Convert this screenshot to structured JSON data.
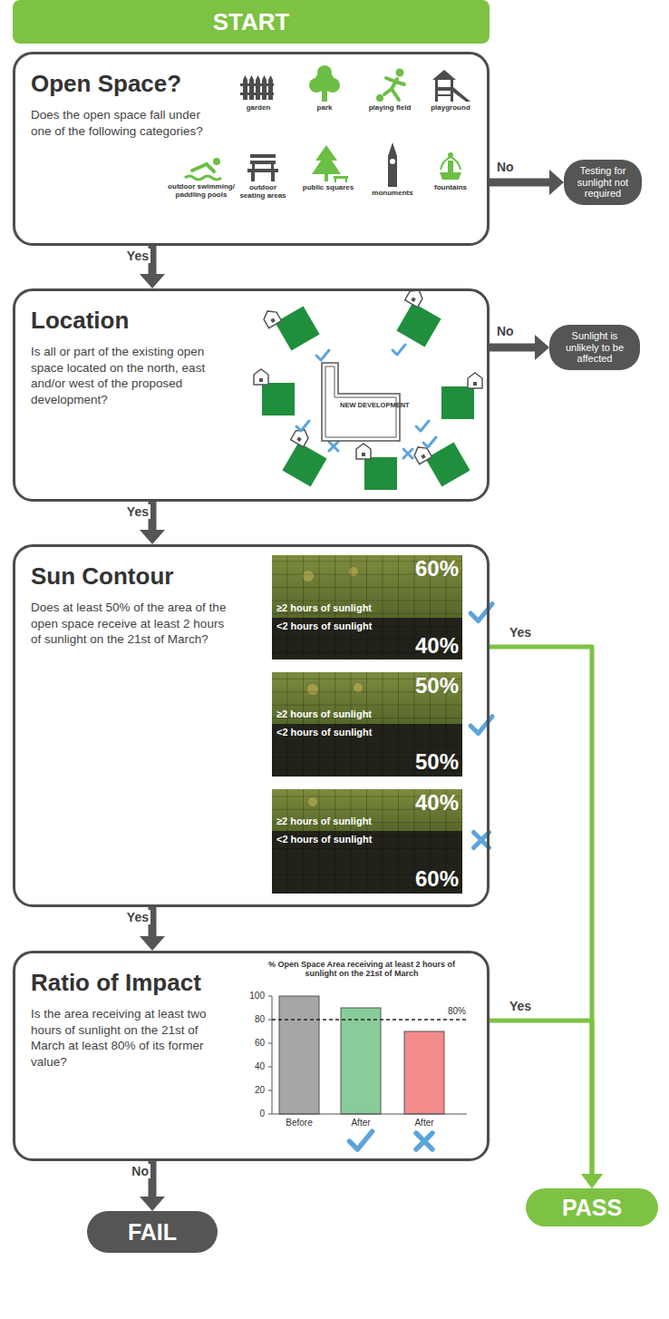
{
  "diagram": {
    "nodes": [
      {
        "text": [
          "START"
        ]
      },
      {
        "text": [
          "Open Space?",
          "Does the open space fall under one of the following categories?"
        ]
      },
      {
        "text": [
          "Testing for sunlight not required"
        ]
      },
      {
        "text": [
          "Location",
          "Is all or part of the existing open space located on the north, east and/or west of the proposed development?"
        ]
      },
      {
        "text": [
          "NEW DEVELOPMENT"
        ],
        "in": 3
      },
      {
        "text": [
          "Sunlight is unlikely to be affected"
        ]
      },
      {
        "text": [
          "Sun Contour",
          "Does at least 50% of the area of the open space receive at least 2 hours of sunlight on the 21st of March?"
        ]
      },
      {
        "text": [
          "Ratio of Impact",
          "Is the area receiving at least two hours of sunlight on the 21st of March at least 80% of its former value?"
        ]
      },
      {
        "text": [
          "PASS"
        ]
      },
      {
        "text": [
          "FAIL"
        ]
      }
    ],
    "edges": [
      {
        "from": 1,
        "to": 2,
        "arrow": "to",
        "label": "No"
      },
      {
        "from": 1,
        "to": 3,
        "arrow": "to",
        "label": "Yes"
      },
      {
        "from": 3,
        "to": 5,
        "arrow": "to",
        "label": "No"
      },
      {
        "from": 3,
        "to": 6,
        "arrow": "to",
        "label": "Yes"
      },
      {
        "from": 6,
        "to": 7,
        "arrow": "to",
        "label": "Yes"
      },
      {
        "from": 6,
        "to": 8,
        "arrow": "to",
        "label": "Yes"
      },
      {
        "from": 7,
        "to": 8,
        "arrow": "to",
        "label": "Yes"
      },
      {
        "from": 7,
        "to": 9,
        "arrow": "to",
        "label": "No"
      }
    ],
    "labels": [
      "garden",
      "park",
      "playing field",
      "playground",
      "outdoor swimming/ paddling pools",
      "outdoor seating areas",
      "public squares",
      "monuments",
      "fountains",
      "60%",
      "≥2 hours of sunlight",
      "<2 hours of sunlight",
      "40%",
      "50%",
      "≥2 hours of sunlight",
      "<2 hours of sunlight",
      "50%",
      "40%",
      "≥2 hours of sunlight",
      "<2 hours of sunlight",
      "60%",
      "% Open Space Area receiving at least 2 hours of sunlight on the 21st of March",
      "100",
      "80",
      "60",
      "40",
      "20",
      "0",
      "80%",
      "Before",
      "After",
      "After"
    ]
  }
}
